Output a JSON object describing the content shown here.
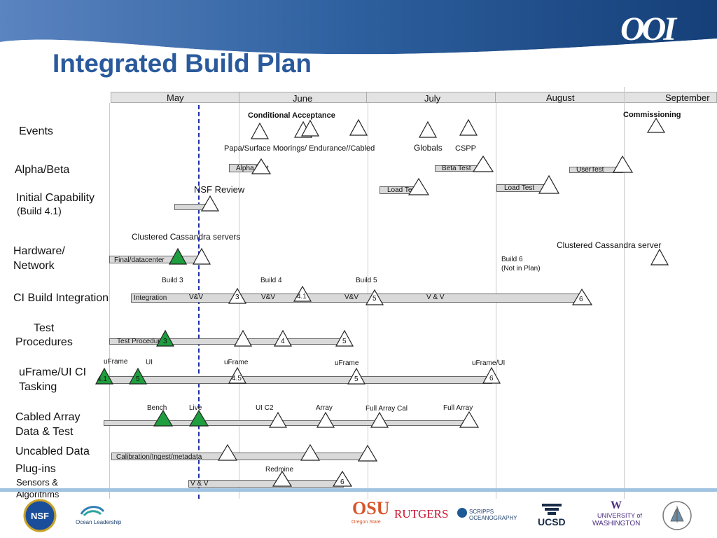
{
  "header": {
    "title": "Integrated Build Plan",
    "logo": "OOI"
  },
  "months": [
    "May",
    "June",
    "July",
    "August",
    "September"
  ],
  "rows": {
    "events": "Events",
    "alpha_beta": "Alpha/Beta",
    "initial_capability_1": "Initial Capability",
    "initial_capability_2": "(Build 4.1)",
    "hardware_1": "Hardware/",
    "hardware_2": "Network",
    "ci_build": "CI Build Integration",
    "test_1": "Test",
    "test_2": "Procedures",
    "uframe_1": "uFrame/UI CI",
    "uframe_2": "Tasking",
    "cabled_1": "Cabled Array",
    "cabled_2": "Data & Test",
    "uncabled_1": "Uncabled Data",
    "plugins": "Plug-ins",
    "sensors_1": "Sensors &",
    "sensors_2": "Algorithms"
  },
  "labels": {
    "conditional_acceptance": "Conditional Acceptance",
    "commissioning": "Commissioning",
    "globals": "Globals",
    "cspp": "CSPP",
    "moorings": "Papa/Surface Moorings/ Endurance//Cabled",
    "alpha_test": "Alpha Test",
    "beta_test": "Beta Test",
    "user_test": "UserTest",
    "nsf_review": "NSF Review",
    "load_test_1": "Load Test",
    "load_test_2": "Load Test",
    "clustered_servers": "Clustered Cassandra servers",
    "clustered_server": "Clustered Cassandra server",
    "final_datacenter": "Final/datacenter",
    "build6_1": "Build 6",
    "build6_2": "(Not in Plan)",
    "build3": "Build 3",
    "build4": "Build 4",
    "build5": "Build 5",
    "integration": "Integration",
    "vv1": "V&V",
    "vv2": "V&V",
    "vv3": "V&V",
    "vv4": "V & V",
    "m3": "3",
    "m41": "4.1",
    "m5": "5",
    "m6": "6",
    "test_procedures": "Test Procedures",
    "tp3": "3",
    "tp4": "4",
    "tp5": "5",
    "uf_uframe1": "uFrame",
    "uf_ui": "UI",
    "uf_uframe2": "uFrame",
    "uf_uframe3": "uFrame",
    "uf_uframeui": "uFrame/UI",
    "uf41": "4.1",
    "uf5a": "5",
    "uf45": "4.5",
    "uf5b": "5",
    "uf6": "6",
    "bench": "Bench",
    "live": "Live",
    "ui_c2": "UI C2",
    "array": "Array",
    "full_array_cal": "Full Array Cal",
    "full_array": "Full Array",
    "calibration": "Calibration/Ingest/metadata",
    "redmine": "Redmine",
    "vv_plugins": "V & V",
    "p6": "6"
  },
  "footer": {
    "nsf": "NSF",
    "ocean_leadership": "Ocean Leadership",
    "osu": "OSU",
    "osu_sub": "Oregon State",
    "rutgers": "RUTGERS",
    "scripps": "SCRIPPS OCEANOGRAPHY",
    "ucsd": "UCSD",
    "uw_1": "UNIVERSITY of",
    "uw_2": "WASHINGTON"
  },
  "colors": {
    "title": "#2a5a9c",
    "header_band": "#1f4e8c",
    "milestone_done": "#1e9e3e",
    "today_line": "#1f2fa8"
  }
}
